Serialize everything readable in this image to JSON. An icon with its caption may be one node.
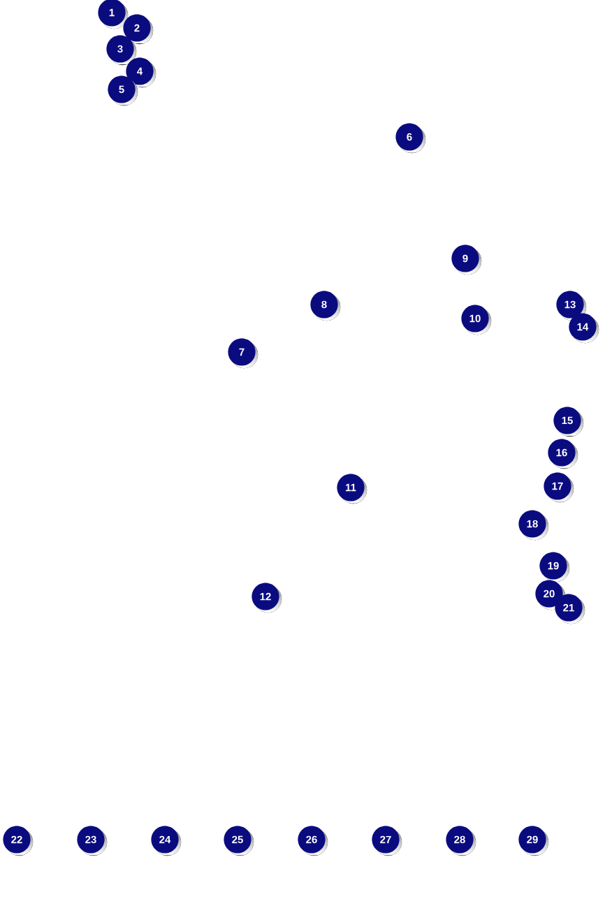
{
  "diagram": {
    "labels": [
      "1",
      "2",
      "3",
      "4",
      "5",
      "6",
      "7",
      "8",
      "9",
      "10",
      "11",
      "12",
      "13",
      "14",
      "15",
      "16",
      "17",
      "18",
      "19",
      "20",
      "21",
      "22",
      "23",
      "24",
      "25",
      "26",
      "27",
      "28",
      "29"
    ]
  }
}
